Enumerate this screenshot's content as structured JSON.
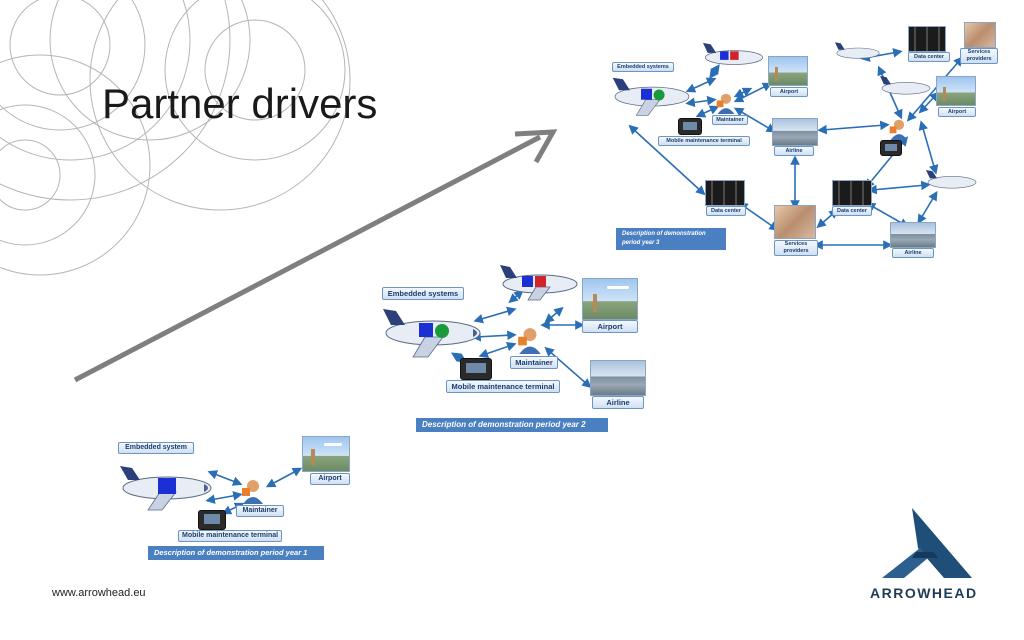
{
  "slide": {
    "title": "Partner drivers",
    "footer_url": "www.arrowhead.eu",
    "logo_text": "ARROWHEAD",
    "brand_color": "#1f4e79",
    "progression_arrow_color": "#7f7f7f"
  },
  "panels": {
    "year1": {
      "labels": {
        "embedded": "Embedded system",
        "maintainer": "Maintainer",
        "airport": "Airport",
        "terminal": "Mobile maintenance terminal"
      },
      "caption": "Description of demonstration period year 1"
    },
    "year2": {
      "labels": {
        "embedded": "Embedded systems",
        "maintainer": "Maintainer",
        "airport": "Airport",
        "terminal": "Mobile maintenance terminal",
        "airline": "Airline"
      },
      "caption": "Description of demonstration period year 2"
    },
    "year3": {
      "labels": {
        "embedded": "Embedded systems",
        "maintainer": "Maintainer",
        "airport_left": "Airport",
        "terminal": "Mobile maintenance terminal",
        "airline_top": "Airline",
        "data_center_left": "Data center",
        "services_providers_center": "Services providers",
        "data_center_top": "Data center",
        "services_providers_top": "Services providers",
        "airport_right": "Airport",
        "data_center_right": "Data center",
        "airline_bottom": "Airline"
      },
      "caption": "Description of demonstration period year 3"
    }
  }
}
